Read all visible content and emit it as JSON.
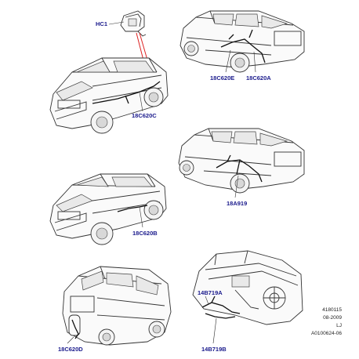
{
  "callouts": {
    "hc1": "HC1",
    "c620e": "18C620E",
    "c620a": "18C620A",
    "c620c": "18C620C",
    "a919": "18A919",
    "c620b": "18C620B",
    "b719a": "14B719A",
    "c620d": "18C620D",
    "b719b": "14B719B"
  },
  "info_block": {
    "ref_number": "4180115",
    "date": "08-2009",
    "initials": "LJ",
    "code": "A0100624-06"
  }
}
